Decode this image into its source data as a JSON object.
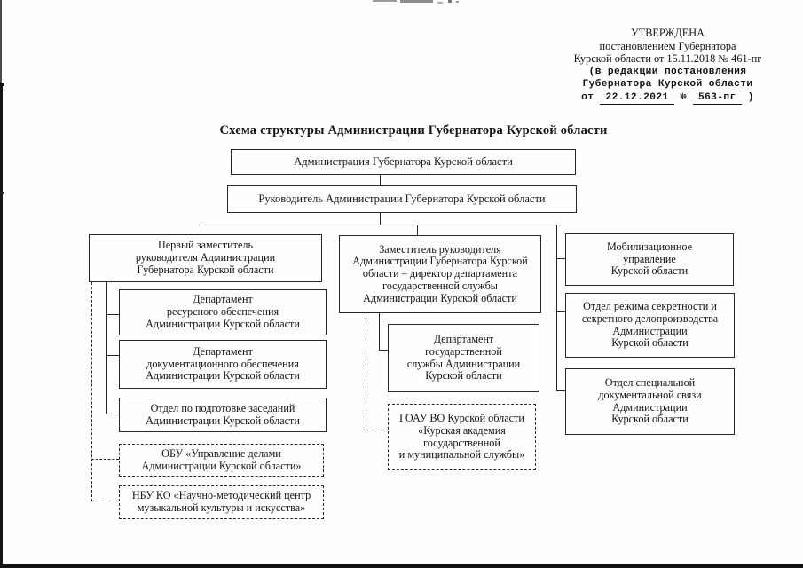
{
  "page": {
    "title": "Схема структуры Администрации Губернатора Курской области"
  },
  "approval": {
    "line1": "УТВЕРЖДЕНА",
    "line2": "постановлением Губернатора",
    "line3": "Курской области от 15.11.2018 № 461-пг",
    "line4": "(в редакции постановления",
    "line5": "Губернатора Курской области",
    "line6_prefix": "от ",
    "line6_date": "22.12.2021",
    "line6_mid": " № ",
    "line6_number": "563-пг",
    "line6_suffix": " )"
  },
  "colors": {
    "ink": "#262626",
    "paper": "#fefefe"
  },
  "diagram": {
    "nodes": {
      "admin": {
        "lines": [
          "Администрация Губернатора Курской области"
        ],
        "border": "solid"
      },
      "head": {
        "lines": [
          "Руководитель Администрации Губернатора Курской области"
        ],
        "border": "solid"
      },
      "first_deputy": {
        "lines": [
          "Первый заместитель",
          "руководителя Администрации",
          "Губернатора Курской области"
        ],
        "border": "solid"
      },
      "dept_resource": {
        "lines": [
          "Департамент",
          "ресурсного обеспечения",
          "Администрации Курской области"
        ],
        "border": "solid"
      },
      "dept_docs": {
        "lines": [
          "Департамент",
          "документационного обеспечения",
          "Администрации Курской области"
        ],
        "border": "solid"
      },
      "dept_meetings": {
        "lines": [
          "Отдел по подготовке заседаний",
          "Администрации Курской области"
        ],
        "border": "solid"
      },
      "obu": {
        "lines": [
          "ОБУ «Управление делами",
          "Администрации Курской области»"
        ],
        "border": "dashed"
      },
      "nbu": {
        "lines": [
          "НБУ КО «Научно-методический центр",
          "музыкальной культуры и искусства»"
        ],
        "border": "dashed"
      },
      "deputy_director": {
        "lines": [
          "Заместитель руководителя",
          "Администрации Губернатора Курской",
          "области – директор департамента",
          "государственной службы",
          "Администрации Курской области"
        ],
        "border": "solid"
      },
      "dept_civil": {
        "lines": [
          "Департамент",
          "государственной",
          "службы Администрации",
          "Курской области"
        ],
        "border": "solid"
      },
      "goau": {
        "lines": [
          "ГОАУ ВО Курской области",
          "«Курская академия",
          "государственной",
          "и муниципальной службы»"
        ],
        "border": "dashed"
      },
      "mobilization": {
        "lines": [
          "Мобилизационное",
          "управление",
          "Курской области"
        ],
        "border": "solid"
      },
      "secrecy": {
        "lines": [
          "Отдел режима секретности и",
          "секретного делопроизводства",
          "Администрации",
          "Курской области"
        ],
        "border": "solid"
      },
      "special_comm": {
        "lines": [
          "Отдел специальной",
          "документальной связи",
          "Администрации",
          "Курской области"
        ],
        "border": "solid"
      }
    },
    "edges": [
      {
        "from": "admin",
        "to": "head",
        "style": "solid"
      },
      {
        "from": "head",
        "to": "first_deputy",
        "style": "solid"
      },
      {
        "from": "head",
        "to": "deputy_director",
        "style": "solid"
      },
      {
        "from": "head",
        "to": "mobilization",
        "style": "solid"
      },
      {
        "from": "head",
        "to": "secrecy",
        "style": "solid"
      },
      {
        "from": "head",
        "to": "special_comm",
        "style": "solid"
      },
      {
        "from": "first_deputy",
        "to": "dept_resource",
        "style": "solid"
      },
      {
        "from": "first_deputy",
        "to": "dept_docs",
        "style": "solid"
      },
      {
        "from": "first_deputy",
        "to": "dept_meetings",
        "style": "solid"
      },
      {
        "from": "first_deputy",
        "to": "obu",
        "style": "dashed"
      },
      {
        "from": "first_deputy",
        "to": "nbu",
        "style": "dashed"
      },
      {
        "from": "deputy_director",
        "to": "dept_civil",
        "style": "solid"
      },
      {
        "from": "deputy_director",
        "to": "goau",
        "style": "dashed"
      }
    ]
  }
}
